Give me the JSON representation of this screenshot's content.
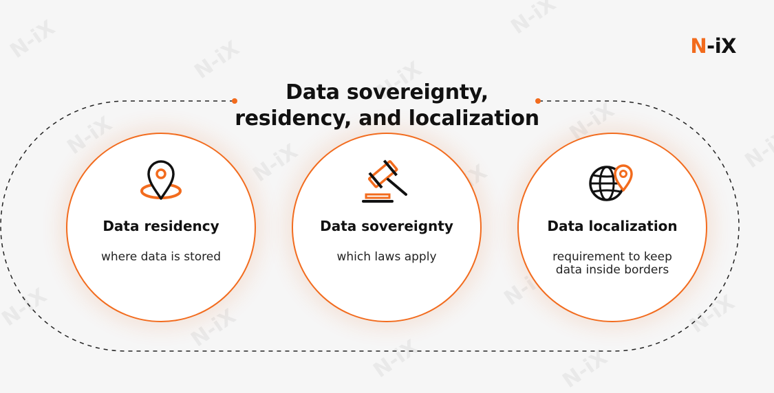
{
  "logo": {
    "accent": "N",
    "rest": "-iX",
    "accent_color": "#f26b1d"
  },
  "title": {
    "line1": "Data sovereignty,",
    "line2": "residency, and localization"
  },
  "cards": [
    {
      "icon": "location-pin-icon",
      "title": "Data residency",
      "description": "where data is stored"
    },
    {
      "icon": "gavel-icon",
      "title": "Data sovereignty",
      "description": "which laws apply"
    },
    {
      "icon": "globe-pin-icon",
      "title": "Data localization",
      "description": "requirement to keep data inside borders"
    }
  ],
  "watermark_text": "N-iX",
  "colors": {
    "accent": "#f26b1d",
    "background": "#f6f6f6",
    "text": "#111111"
  }
}
